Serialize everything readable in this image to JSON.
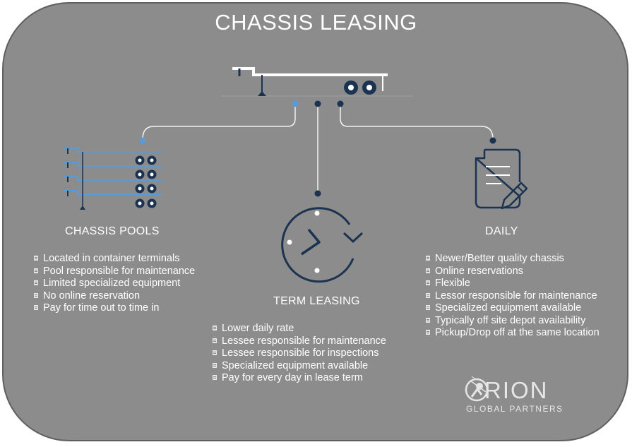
{
  "title": "CHASSIS LEASING",
  "sections": {
    "pools": {
      "heading": "CHASSIS POOLS",
      "items": [
        "Located in container terminals",
        "Pool responsible for maintenance",
        "Limited specialized equipment",
        "No online reservation",
        "Pay for time out to time in"
      ]
    },
    "term": {
      "heading": "TERM LEASING",
      "items": [
        "Lower daily rate",
        "Lessee responsible for maintenance",
        "Lessee responsible for inspections",
        "Specialized equipment available",
        "Pay for every day in lease term"
      ]
    },
    "daily": {
      "heading": "DAILY",
      "items": [
        "Newer/Better quality chassis",
        "Online reservations",
        "Flexible",
        "Lessor responsible for maintenance",
        "Specialized equipment available",
        "Typically off site depot availability",
        "Pickup/Drop off at the same location"
      ]
    }
  },
  "logo": {
    "word": "RION",
    "subtitle": "GLOBAL PARTNERS"
  },
  "colors": {
    "background": "#8c8c8c",
    "navy": "#1b3350",
    "blue": "#5a9ad6",
    "text": "#ffffff"
  },
  "icons": {
    "top": "chassis-trailer-icon",
    "pools": "chassis-stack-icon",
    "term": "clock-refresh-icon",
    "daily": "document-pen-icon"
  }
}
